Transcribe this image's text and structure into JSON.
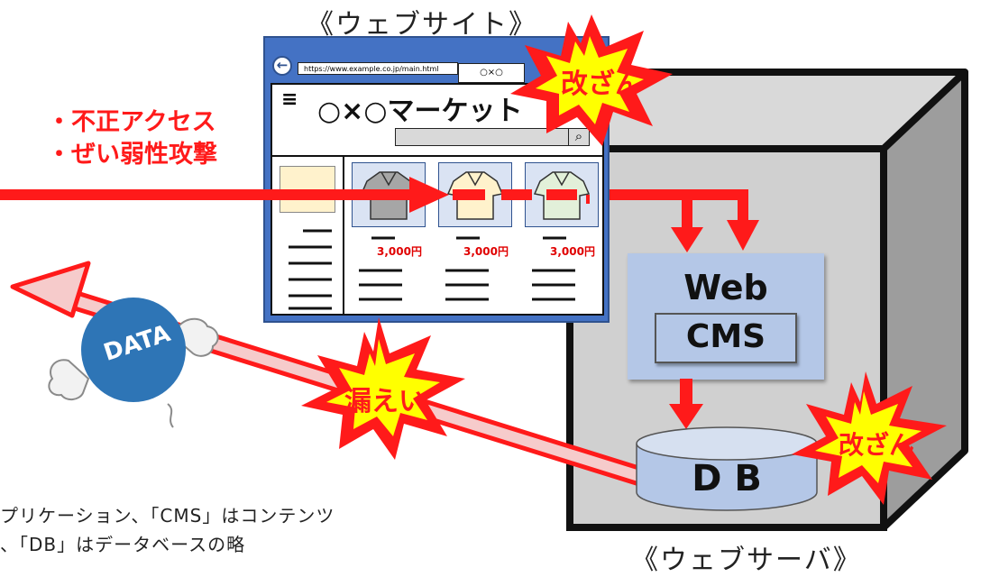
{
  "website_title": "《ウェブサイト》",
  "server_title": "《ウェブサーバ》",
  "attacks": [
    "・不正アクセス",
    "・ぜい弱性攻撃"
  ],
  "browser": {
    "url": "https://www.example.co.jp/main.html",
    "tab_label": "○×○",
    "shop_name": "○×○マーケット"
  },
  "products": [
    {
      "price": "3,000円",
      "shirt_color": "#a6a6a6"
    },
    {
      "price": "3,000円",
      "shirt_color": "#fff2cc"
    },
    {
      "price": "3,000円",
      "shirt_color": "#e2f0d9"
    }
  ],
  "server": {
    "web_label": "Web",
    "cms_label": "CMS",
    "db_label": "D B"
  },
  "bursts": {
    "website_tamper": "改ざん",
    "db_tamper": "改ざん",
    "leak": "漏えい"
  },
  "data_badge": "DATA",
  "footnote": [
    "プリケーション、「CMS」はコンテンツ",
    "、「DB」はデータベースの略"
  ],
  "colors": {
    "attack_red": "#ff1a1a",
    "window_blue": "#4472c4",
    "server_gray": "#d0d0d0",
    "box_blue": "#b4c7e7",
    "burst_yellow": "#ffff00",
    "data_blue": "#2e75b6"
  }
}
